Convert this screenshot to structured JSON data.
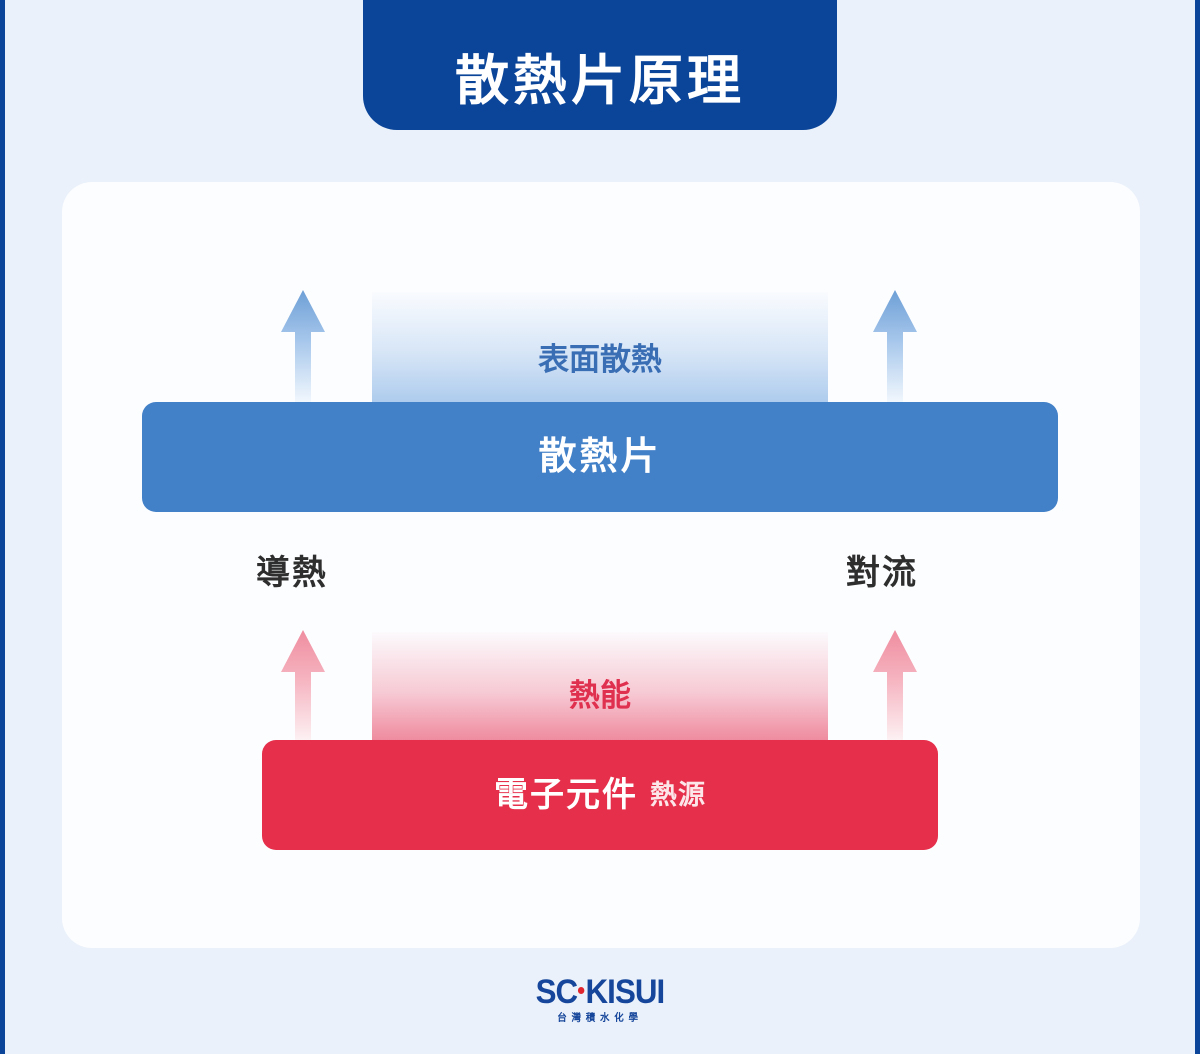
{
  "page": {
    "background_color": "#eaf1fa",
    "edge_stripe_color": "#0b4599"
  },
  "header": {
    "title": "散熱片原理",
    "badge_color": "#0b4599",
    "title_color": "#ffffff"
  },
  "diagram": {
    "upper_zone": {
      "label": "表面散熱",
      "label_color": "#3a6eb4",
      "haze_color": "#a8c8ec"
    },
    "heatsink_slab": {
      "label": "散熱片",
      "color": "#4280c8",
      "label_color": "#ffffff"
    },
    "mechanisms": {
      "left": "導熱",
      "right": "對流",
      "label_color": "#2e2e2e"
    },
    "lower_zone": {
      "label": "熱能",
      "label_color": "#e0304f",
      "haze_color": "#f0829a"
    },
    "source_slab": {
      "label": "電子元件",
      "sublabel": "熱源",
      "color": "#e6304b",
      "label_color": "#ffffff"
    },
    "arrows": {
      "upper_color": "#7da9db",
      "lower_color": "#ef8d9f",
      "direction": "up",
      "count": 4
    }
  },
  "footer": {
    "logo_text_part1": "S",
    "logo_text_part2": "C",
    "logo_text_part3": "KISUI",
    "logo_subtitle": "台灣積水化學",
    "logo_color": "#16469b",
    "logo_dot_color": "#e0252f"
  }
}
